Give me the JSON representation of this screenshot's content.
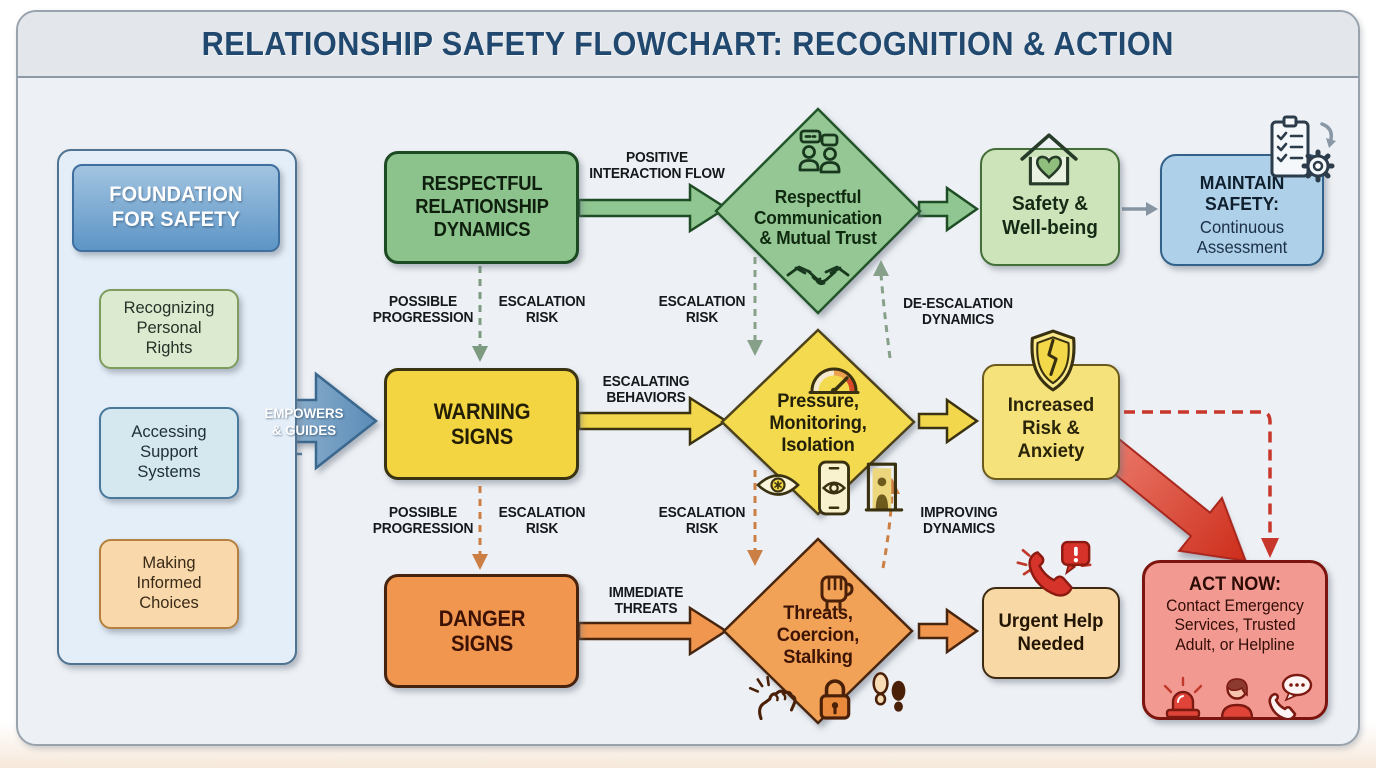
{
  "header": {
    "title": "RELATIONSHIP SAFETY FLOWCHART: RECOGNITION & ACTION"
  },
  "foundation": {
    "title": "FOUNDATION FOR SAFETY",
    "items": [
      {
        "label": "Recognizing Personal Rights"
      },
      {
        "label": "Accessing Support Systems"
      },
      {
        "label": "Making Informed Choices"
      }
    ],
    "arrow_label": "EMPOWERS & GUIDES"
  },
  "stages": {
    "respectful": "RESPECTFUL RELATIONSHIP DYNAMICS",
    "warning": "WARNING SIGNS",
    "danger": "DANGER SIGNS"
  },
  "decisions": {
    "green": "Respectful Communication & Mutual Trust",
    "yellow": "Pressure, Monitoring, Isolation",
    "orange": "Threats, Coercion, Stalking"
  },
  "outcomes": {
    "safety": "Safety & Well-being",
    "maintain_title": "MAINTAIN SAFETY:",
    "maintain_body": "Continuous Assessment",
    "risk": "Increased Risk & Anxiety",
    "urgent": "Urgent Help Needed",
    "act_title": "ACT NOW:",
    "act_body": "Contact Emergency Services, Trusted Adult, or Helpline"
  },
  "labels": {
    "positive_flow": "POSITIVE INTERACTION FLOW",
    "escalating_behaviors": "ESCALATING BEHAVIORS",
    "immediate_threats": "IMMEDIATE THREATS",
    "possible_progression": "POSSIBLE PROGRESSION",
    "escalation_risk": "ESCALATION RISK",
    "de_escalation_dynamics": "DE-ESCALATION DYNAMICS",
    "improving_dynamics": "IMPROVING DYNAMICS"
  },
  "icons": {
    "green_diamond_top": "people-chat-icon",
    "green_diamond_bottom": "handshake-icon",
    "safety_box": "house-heart-icon",
    "maintain_box": "clipboard-gear-icon",
    "yellow_diamond_top": "gauge-icon",
    "yellow_diamond_bottom": "eye-icon, phone-monitoring-icon, door-person-icon",
    "risk_box": "cracked-shield-icon",
    "orange_diamond_top": "fist-icon",
    "orange_diamond_bottom": "grab-hand-icon, padlock-icon, footprints-icon",
    "urgent_box": "phone-alert-icon",
    "act_box": "siren-icon, person-icon, phone-chat-icon"
  },
  "colors": {
    "header_bg": "#e3e6ea",
    "title_text": "#21486e",
    "board_bg": "#edf0f4",
    "panel_blue": "#e4eef8",
    "foundation_blue": "#5d95c6",
    "green": "#8cc28c",
    "green_border": "#1c4a22",
    "yellow": "#f3d542",
    "orange": "#f0964e",
    "safety_green": "#cde3b9",
    "maintain_blue": "#aed0e8",
    "risk_yellow": "#f6e27b",
    "urgent_tan": "#f8d8a4",
    "act_red": "#f29a92",
    "danger_red": "#d6342a"
  }
}
